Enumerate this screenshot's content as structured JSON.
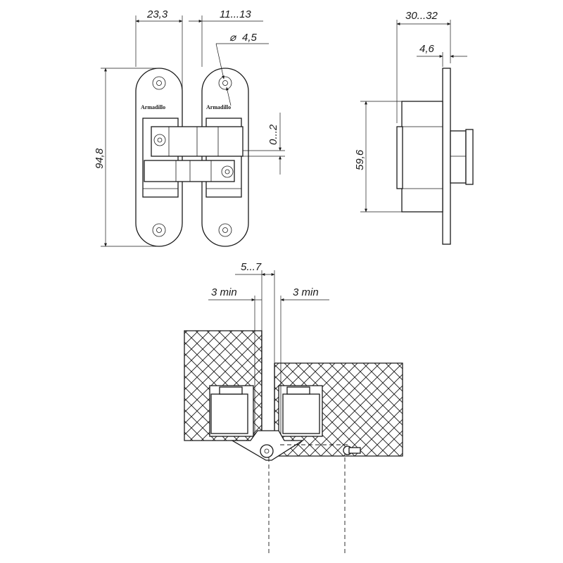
{
  "drawing": {
    "brand_text": "Armadillo",
    "front_view": {
      "dim_width": "23,3",
      "dim_adjust_depth": "11...13",
      "dim_hole_diameter": "4,5",
      "diameter_symbol": "⌀",
      "dim_height": "94,8",
      "dim_vertical_adjust": "0...2"
    },
    "side_view": {
      "dim_depth": "30...32",
      "dim_plate_thickness": "4,6",
      "dim_body_height": "59,6"
    },
    "install_view": {
      "dim_gap": "5...7",
      "dim_min_left": "3 min",
      "dim_min_right": "3 min"
    }
  }
}
